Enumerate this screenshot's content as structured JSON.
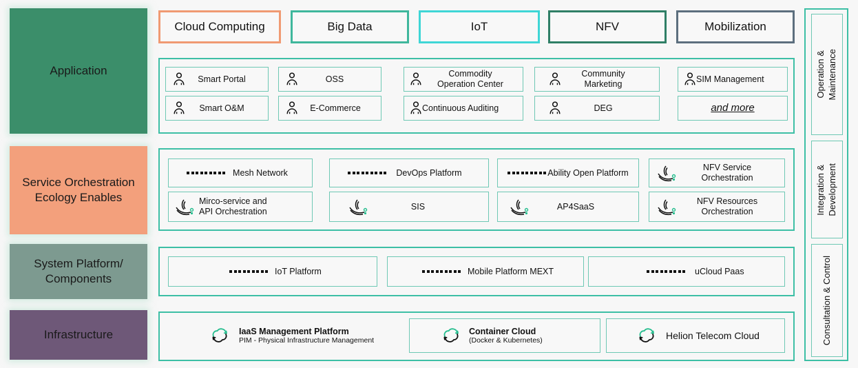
{
  "layers": [
    {
      "name": "application",
      "label": "Application",
      "color": "#3b8e6a"
    },
    {
      "name": "service-orchestration",
      "label": "Service\nOrchestration\nEcology Enables",
      "color": "#f3a07c"
    },
    {
      "name": "system-platform",
      "label": "System Platform/\nComponents",
      "color": "#7d9a90"
    },
    {
      "name": "infrastructure",
      "label": "Infrastructure",
      "color": "#6e5878"
    }
  ],
  "tabs": [
    {
      "label": "Cloud Computing",
      "color": "#f09a72"
    },
    {
      "label": "Big Data",
      "color": "#3fb79c"
    },
    {
      "label": "IoT",
      "color": "#3fd6d6"
    },
    {
      "label": "NFV",
      "color": "#2f7f66"
    },
    {
      "label": "Mobilization",
      "color": "#5c6f7e"
    }
  ],
  "application_items": [
    {
      "label": "Smart Portal",
      "icon": "person-icon"
    },
    {
      "label": "OSS",
      "icon": "person-icon"
    },
    {
      "label": "Commodity\nOperation Center",
      "icon": "person-icon"
    },
    {
      "label": "Community\nMarketing",
      "icon": "person-icon"
    },
    {
      "label": "SIM Management",
      "icon": "person-icon"
    },
    {
      "label": "Smart O&M",
      "icon": "person-icon"
    },
    {
      "label": "E-Commerce",
      "icon": "person-icon"
    },
    {
      "label": "Continuous Auditing",
      "icon": "person-icon"
    },
    {
      "label": "DEG",
      "icon": "person-icon"
    },
    {
      "label": "and more",
      "icon": "none"
    }
  ],
  "service_items": [
    {
      "label": "Mesh Network",
      "icon": "grid-dots-icon"
    },
    {
      "label": "DevOps Platform",
      "icon": "grid-dots-icon"
    },
    {
      "label": "Ability Open Platform",
      "icon": "grid-dots-icon"
    },
    {
      "label": "NFV Service\nOrchestration",
      "icon": "orchestration-icon"
    },
    {
      "label": "Mirco-service and\nAPI Orchestration",
      "icon": "orchestration-icon"
    },
    {
      "label": "SIS",
      "icon": "orchestration-icon"
    },
    {
      "label": "AP4SaaS",
      "icon": "orchestration-icon"
    },
    {
      "label": "NFV Resources\nOrchestration",
      "icon": "orchestration-icon"
    }
  ],
  "platform_items": [
    {
      "label": "IoT Platform",
      "icon": "grid-dots-icon"
    },
    {
      "label": "Mobile Platform MEXT",
      "icon": "grid-dots-icon"
    },
    {
      "label": "uCloud Paas",
      "icon": "grid-dots-icon"
    }
  ],
  "infrastructure_items": [
    {
      "title": "IaaS Management Platform",
      "subtitle": "PIM - Physical Infrastructure Management",
      "icon": "cloud-refresh-icon"
    },
    {
      "title": "Container Cloud",
      "subtitle": "(Docker & Kubernetes)",
      "icon": "cloud-refresh-icon"
    },
    {
      "title": "Helion Telecom Cloud",
      "subtitle": "",
      "icon": "cloud-refresh-icon"
    }
  ],
  "rail_items": [
    {
      "label": "Operation &\nMaintenance"
    },
    {
      "label": "Integration &\nDevelopment"
    },
    {
      "label": "Consultation & Control"
    }
  ],
  "palette": {
    "teal_border": "#3dbfa5",
    "chip_border": "#6ec8b4",
    "icon_accent": "#25bd8e",
    "background": "#f7f7f7"
  }
}
